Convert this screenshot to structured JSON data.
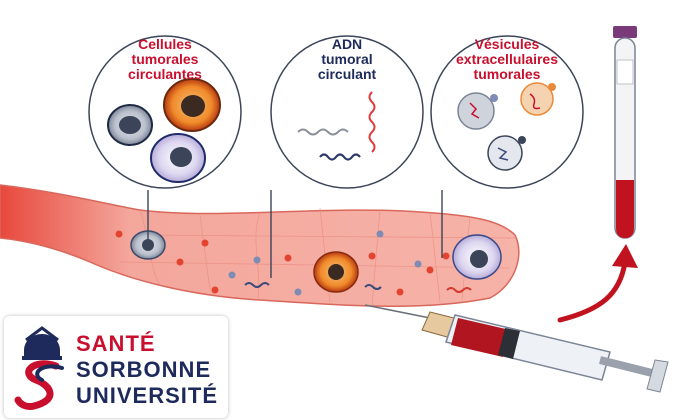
{
  "labels": {
    "ctc": [
      "Cellules",
      "tumorales",
      "circulantes"
    ],
    "ctdna": [
      "ADN",
      "tumoral",
      "circulant"
    ],
    "ev": [
      "Vésicules",
      "extracellulaires",
      "tumorales"
    ]
  },
  "logo": {
    "line1": "SANTÉ",
    "line2": "SORBONNE",
    "line3": "UNIVERSITÉ"
  },
  "colors": {
    "brand_red": "#c8102e",
    "brand_navy": "#1d2a5b",
    "blood": "#c1121f",
    "vessel": "#f28b82"
  }
}
